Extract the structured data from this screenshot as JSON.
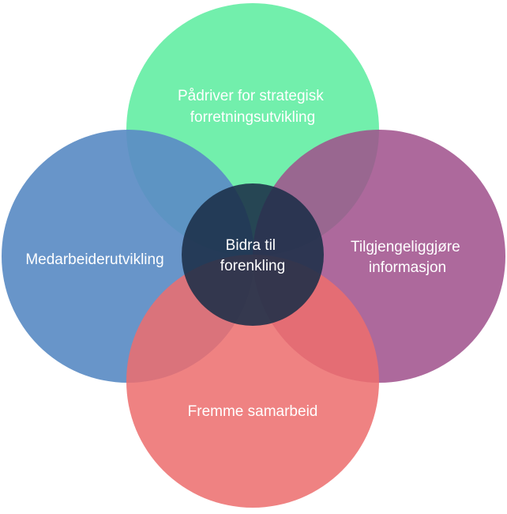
{
  "diagram": {
    "top": {
      "line1": "Pådriver for strategisk",
      "line2": "forretningsutvikling",
      "color": "#5EEDA0"
    },
    "left": {
      "label": "Medarbeiderutvikling",
      "color": "#5B8CC4"
    },
    "right": {
      "line1": "Tilgjengeliggjøre",
      "line2": "informasjon",
      "color": "#A0508C"
    },
    "bottom": {
      "label": "Fremme samarbeid",
      "color": "#EC6E6E"
    },
    "center": {
      "line1": "Bidra til",
      "line2": "forenkling",
      "color": "#1B2F48"
    }
  }
}
